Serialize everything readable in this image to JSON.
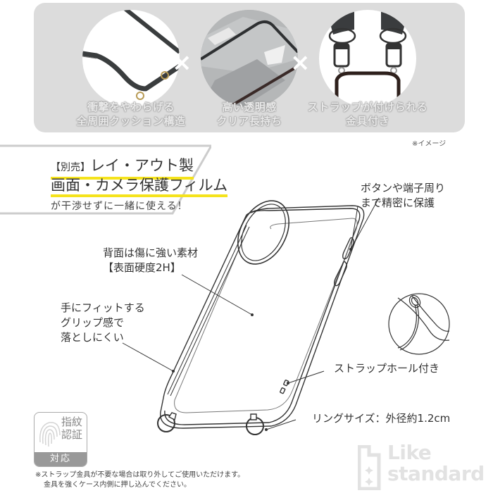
{
  "features": [
    {
      "caption_line1": "衝撃をやわらげる",
      "caption_line2": "全周囲クッション構造",
      "image": "case-corner-with-ring"
    },
    {
      "caption_line1": "高い透明感",
      "caption_line2": "クリア長持ち",
      "image": "clear-back-closeup"
    },
    {
      "caption_line1": "ストラップが付けられる",
      "caption_line2": "金具付き",
      "image": "strap-clasps"
    }
  ],
  "feature_separator": "×",
  "image_note": "※イメージ",
  "banner": {
    "tag": "【別売】",
    "line1": "レイ・アウト製",
    "line2": "画面・カメラ保護フィルム",
    "line3": "が干渉せずに一緒に使える！",
    "highlight_color": "#f5e31c"
  },
  "callouts": {
    "buttons": {
      "line1": "ボタンや端子周り",
      "line2": "まで精密に保護"
    },
    "back": {
      "line1": "背面は傷に強い素材",
      "line2": "【表面硬度2H】"
    },
    "grip": {
      "line1": "手にフィットする",
      "line2": "グリップ感で",
      "line3": "落としにくい"
    },
    "strap_hole": "ストラップホール付き",
    "ring_size": "リングサイズ：外径約1.2cm"
  },
  "badge": {
    "line1": "指紋",
    "line2": "認証",
    "bottom": "対応",
    "icon": "fingerprint-icon"
  },
  "footnote": {
    "line1": "※ストラップ金具が不要な場合は取り外してご使用いただけます。",
    "line2": "金具を強くケース内側に押し込んでください。"
  },
  "logo": {
    "line1": "Like",
    "line2": "standard"
  },
  "colors": {
    "panel_bg": "#dcdcdc",
    "text": "#333333",
    "highlight": "#f5e31c",
    "logo": "#e2e2e2"
  }
}
